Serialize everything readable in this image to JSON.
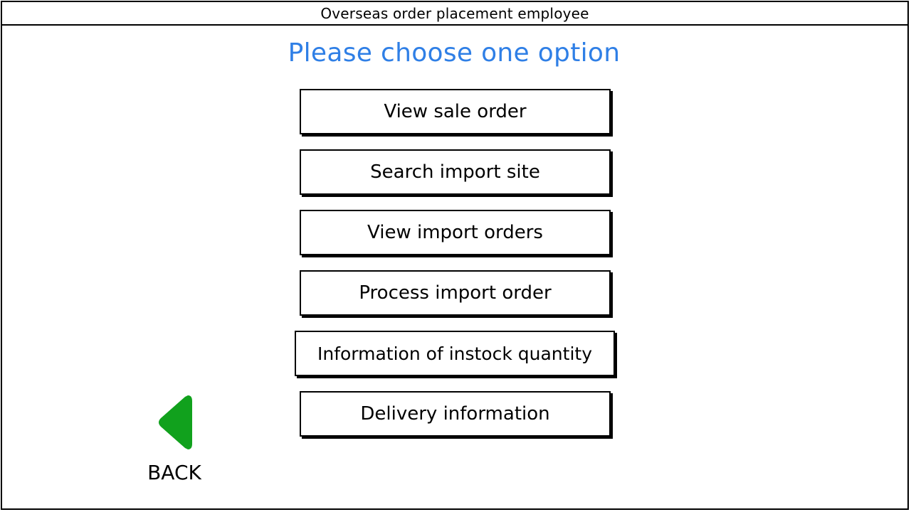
{
  "window": {
    "title": "Overseas order placement employee"
  },
  "main": {
    "heading": "Please choose one option",
    "heading_color": "#2f7fe6",
    "options": [
      {
        "label": "View sale order"
      },
      {
        "label": "Search import site"
      },
      {
        "label": "View import orders"
      },
      {
        "label": "Process import order"
      },
      {
        "label": "Information of instock quantity"
      },
      {
        "label": "Delivery information"
      }
    ]
  },
  "back": {
    "label": "BACK",
    "icon": "back-arrow-icon",
    "icon_color": "#11a11d"
  }
}
